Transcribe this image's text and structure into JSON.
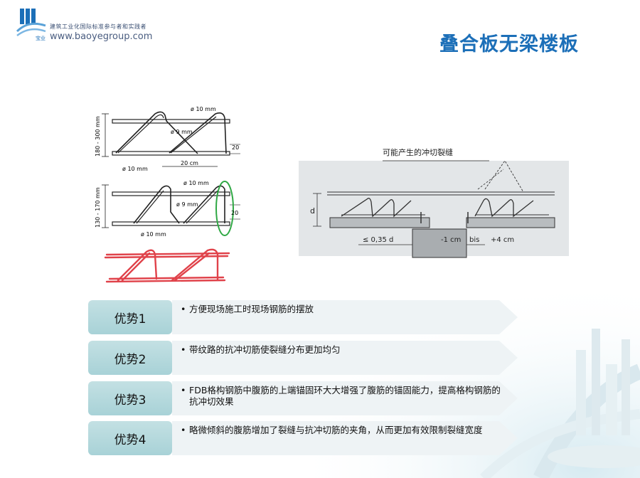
{
  "header": {
    "tagline": "建筑工业化国际标准参与者和实践者",
    "url": "www.baoyegroup.com",
    "logo_text": "宝业",
    "title": "叠合板无梁楼板"
  },
  "figure_left": {
    "top": {
      "dim_top": "ø 10 mm",
      "dim_mid": "ø 9 mm",
      "dim_bot": "ø 10 mm",
      "height_range": "180 - 300 mm",
      "spacing": "20 cm",
      "side": "20"
    },
    "bottom": {
      "dim_top": "ø 10 mm",
      "dim_mid": "ø 9 mm",
      "dim_bot": "ø 10 mm",
      "height_range": "130 - 170 mm",
      "side": "20"
    }
  },
  "figure_right": {
    "caption": "可能产生的冲切裂缝",
    "d_label": "d",
    "dist": "≤ 0,35 d",
    "dist2": "-1 cm",
    "dist3": "bis",
    "dist4": "+4 cm"
  },
  "advantages": [
    {
      "label": "优势1",
      "text": "方便现场施工时现场钢筋的摆放"
    },
    {
      "label": "优势2",
      "text": "带纹路的抗冲切筋使裂缝分布更加均匀"
    },
    {
      "label": "优势3",
      "text": "FDB格构钢筋中腹筋的上端锚固环大大增强了腹筋的锚固能力，提高格构钢筋的抗冲切效果"
    },
    {
      "label": "优势4",
      "text": "略微倾斜的腹筋增加了裂缝与抗冲切筋的夹角，从而更加有效限制裂缝宽度"
    }
  ],
  "bullet": "•",
  "colors": {
    "title": "#1c6fb8",
    "label_bg": "#b3d8dc",
    "arrow_bg": "#eef3f5",
    "red_rebar": "#e0424a",
    "green_circle": "#2fa844"
  }
}
